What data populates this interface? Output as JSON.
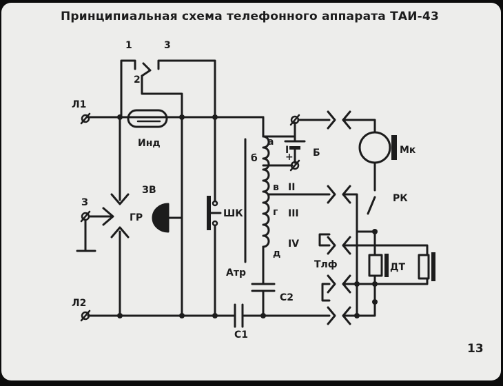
{
  "title": "Принципиальная схема телефонного аппарата ТАИ-43",
  "page_number": "13",
  "labels": {
    "l1": "Л1",
    "l2": "Л2",
    "ground": "З",
    "lever_1": "1",
    "lever_2": "2",
    "lever_3": "3",
    "indicator": "Инд",
    "bell": "ЗВ",
    "spark_gap": "ГР",
    "button": "ШК",
    "transformer": "Атр",
    "tap_a": "а",
    "tap_b": "б",
    "tap_v": "в",
    "tap_g": "г",
    "tap_d": "д",
    "winding_1": "I",
    "winding_2": "II",
    "winding_3": "III",
    "winding_4": "IV",
    "battery": "Б",
    "plus": "+",
    "capacitor_1": "С1",
    "capacitor_2": "С2",
    "microphone": "Мк",
    "handset_switch": "РК",
    "telephone": "Тлф",
    "earphone": "ДТ"
  }
}
